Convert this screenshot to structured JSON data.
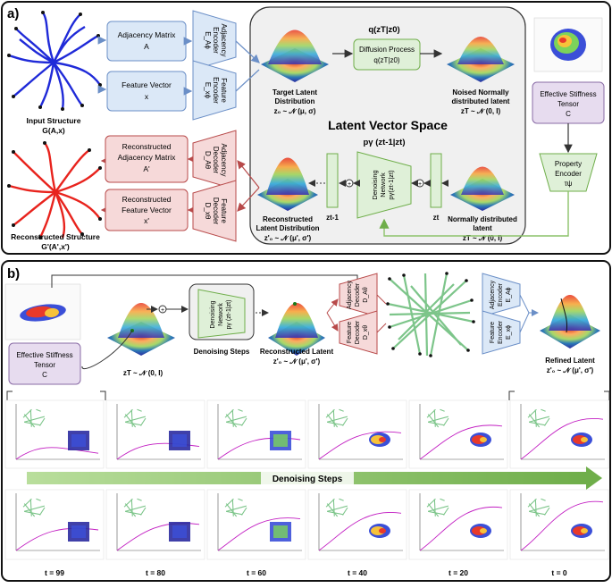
{
  "panel_a": {
    "label": "a)",
    "input_structure": {
      "line1": "Input Structure",
      "line2": "G(A,x)"
    },
    "reconstructed_structure": {
      "line1": "Reconstructed Structure",
      "line2": "G'(A',x')"
    },
    "adjacency_matrix": {
      "line1": "Adjacency Matrix",
      "line2": "A"
    },
    "feature_vector": {
      "line1": "Feature Vector",
      "line2": "x"
    },
    "recon_adjacency": {
      "line1": "Reconstructed",
      "line2": "Adjacency Matrix",
      "line3": "A'"
    },
    "recon_feature": {
      "line1": "Reconstructed",
      "line2": "Feature Vector",
      "line3": "x'"
    },
    "adj_encoder": {
      "line1": "Adjacency",
      "line2": "Encoder",
      "line3": "E_Aϕ"
    },
    "feat_encoder": {
      "line1": "Feature",
      "line2": "Encoder",
      "line3": "E_xϕ"
    },
    "adj_decoder": {
      "line1": "Adjacency",
      "line2": "Decoder",
      "line3": "D_Aθ"
    },
    "feat_decoder": {
      "line1": "Feature",
      "line2": "Decoder",
      "line3": "D_xθ"
    },
    "q_title": "q(zT|z0)",
    "diffusion": {
      "line1": "Diffusion Process",
      "line2": "q(zT|z0)"
    },
    "target_latent": {
      "line1": "Target Latent",
      "line2": "Distribution",
      "line3": "z₀ ~ 𝒩 (μ, σ)"
    },
    "noised_latent": {
      "line1": "Noised Normally",
      "line2": "distributed latent",
      "line3": "zT ~ 𝒩 (0, I)"
    },
    "latent_space": "Latent Vector Space",
    "p_title": "pγ (zt-1|zt)",
    "denoising_net": {
      "line1": "Denoising",
      "line2": "Network",
      "line3": "pγ(zt-1|zt)"
    },
    "zt_minus": "zt-1",
    "zt": "zt",
    "recon_latent": {
      "line1": "Reconstructed",
      "line2": "Latent Distribution",
      "line3": "z'₀ ~ 𝒩 (μ', σ')"
    },
    "normal_latent": {
      "line1": "Normally distributed",
      "line2": "latent",
      "line3": "zT ~ 𝒩 (0, I)"
    },
    "stiffness": {
      "line1": "Effective Stiffness",
      "line2": "Tensor",
      "line3": "C"
    },
    "property_encoder": {
      "line1": "Property",
      "line2": "Encoder",
      "line3": "τψ"
    }
  },
  "panel_b": {
    "label": "b)",
    "stiffness": {
      "line1": "Effective Stiffness",
      "line2": "Tensor",
      "line3": "C"
    },
    "zt": "zT ~ 𝒩 (0, I)",
    "denoising_net": {
      "line1": "Denoising",
      "line2": "Network",
      "line3": "pγ (zt-1|zt)"
    },
    "denoising_steps": "Denoising Steps",
    "recon_latent": {
      "line1": "Reconstructed Latent",
      "line2": "z'₀ ~ 𝒩 (μ', σ')"
    },
    "adj_decoder": {
      "line1": "Adjacency",
      "line2": "Decoder",
      "line3": "D_Aθ"
    },
    "feat_decoder": {
      "line1": "Feature",
      "line2": "Decoder",
      "line3": "D_xθ"
    },
    "adj_encoder": {
      "line1": "Adjacency",
      "line2": "Encoder",
      "line3": "E_Aϕ"
    },
    "feat_encoder": {
      "line1": "Feature",
      "line2": "Encoder",
      "line3": "E_xϕ"
    },
    "refined_latent": {
      "line1": "Refined Latent",
      "line2": "z'₀ ~ 𝒩 (μ', σ')"
    },
    "arrow_label": "Denoising Steps",
    "timesteps": [
      "t = 99",
      "t = 80",
      "t = 60",
      "t = 40",
      "t = 20",
      "t = 0"
    ]
  },
  "colors": {
    "blue_box": "#dbe8f7",
    "red_box": "#f6d9d9",
    "green_box": "#dff0d8",
    "purple_box": "#e7dcef",
    "green_arrow": "#8cc26a"
  }
}
